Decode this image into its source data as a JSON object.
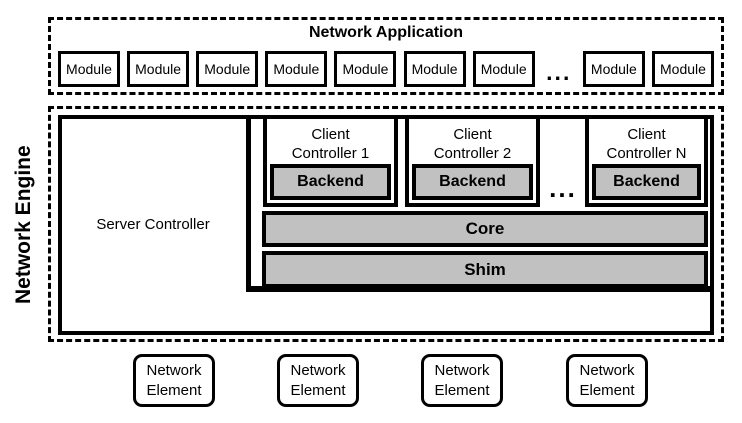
{
  "colors": {
    "border": "#000000",
    "gray_fill": "#c1c1c1",
    "background": "#ffffff"
  },
  "app_layer": {
    "title": "Network Application",
    "ellipsis": "...",
    "modules": [
      "Module",
      "Module",
      "Module",
      "Module",
      "Module",
      "Module",
      "Module",
      "Module",
      "Module"
    ]
  },
  "engine": {
    "label": "Network Engine",
    "server_controller_label": "Server Controller",
    "ellipsis": "...",
    "client_controllers": [
      {
        "title": "Client\nController 1",
        "backend": "Backend"
      },
      {
        "title": "Client\nController 2",
        "backend": "Backend"
      },
      {
        "title": "Client\nController N",
        "backend": "Backend"
      }
    ],
    "core_label": "Core",
    "shim_label": "Shim"
  },
  "network_elements": [
    {
      "label": "Network\nElement"
    },
    {
      "label": "Network\nElement"
    },
    {
      "label": "Network\nElement"
    },
    {
      "label": "Network\nElement"
    }
  ]
}
